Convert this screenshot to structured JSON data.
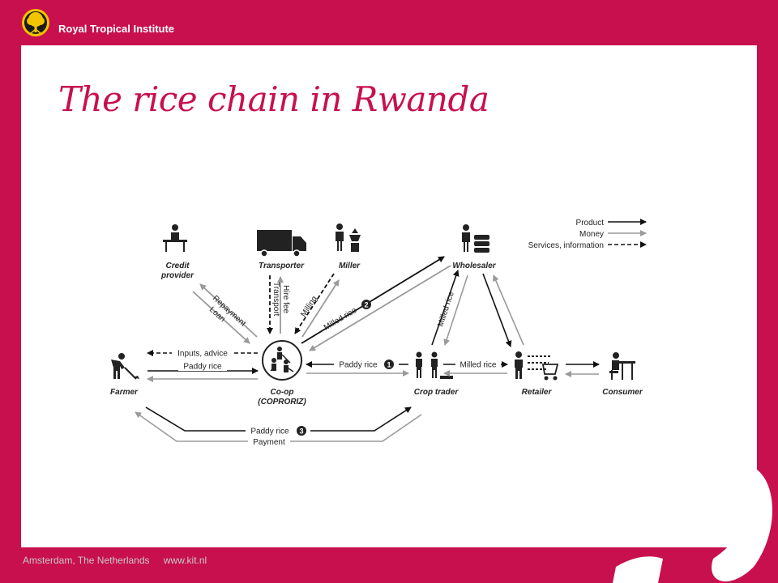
{
  "header": {
    "org_name": "Royal Tropical Institute"
  },
  "slide": {
    "title": "The rice chain in Rwanda"
  },
  "footer": {
    "location": "Amsterdam, The Netherlands",
    "url": "www.kit.nl"
  },
  "colors": {
    "brand": "#c8104e",
    "product": "#111111",
    "money": "#9a9a9a",
    "services": "#111111"
  },
  "diagram": {
    "legend": {
      "product": "Product",
      "money": "Money",
      "services": "Services, information"
    },
    "nodes": {
      "credit_line1": "Credit",
      "credit_line2": "provider",
      "transporter": "Transporter",
      "miller": "Miller",
      "wholesaler": "Wholesaler",
      "farmer": "Farmer",
      "coop_line1": "Co-op",
      "coop_line2": "(COPRORIZ)",
      "crop_trader": "Crop trader",
      "retailer": "Retailer",
      "consumer": "Consumer"
    },
    "edges": {
      "repayment": "Repayment",
      "loan": "Loan",
      "transport": "Transport",
      "hire_fee": "Hire fee",
      "milling": "Milling",
      "milled_rice_2": "Milled rice",
      "inputs_advice": "Inputs, advice",
      "paddy_rice": "Paddy rice",
      "paddy_rice_1": "Paddy rice",
      "milled_rice_wh": "Milled rice",
      "milled_rice": "Milled rice",
      "paddy_rice_3": "Paddy rice",
      "payment": "Payment"
    },
    "route_numbers": {
      "route_1": "1",
      "route_2": "2",
      "route_3": "3"
    }
  }
}
